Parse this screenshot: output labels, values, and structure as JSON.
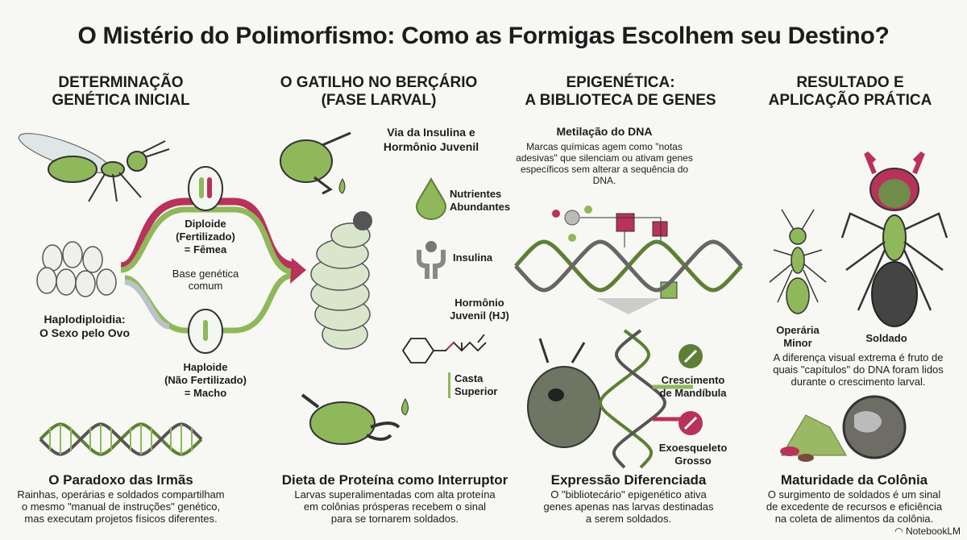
{
  "title": "O Mistério do Polimorfismo: Como as Formigas Escolhem seu Destino?",
  "columns": [
    {
      "heading": "DETERMINAÇÃO\nGENÉTICA INICIAL",
      "labels": {
        "diploid": "Diploide\n(Fertilizado)\n= Fêmea",
        "common": "Base genética\ncomum",
        "haplodiploidy": "Haplodiploidia:\nO Sexo pelo Ovo",
        "haploid": "Haploide\n(Não Fertilizado)\n= Macho"
      },
      "bottom_title": "O Paradoxo das Irmãs",
      "bottom_text": "Rainhas, operárias e soldados compartilham\no mesmo \"manual de instruções\" genético,\nmas executam projetos físicos diferentes."
    },
    {
      "heading": "O GATILHO NO BERÇÁRIO\n(FASE LARVAL)",
      "labels": {
        "pathway": "Via da Insulina e\nHormônio Juvenil",
        "nutrients": "Nutrientes\nAbundantes",
        "insulin": "Insulina",
        "hormone": "Hormônio\nJuvenil (HJ)",
        "caste": "Casta\nSuperior"
      },
      "bottom_title": "Dieta de Proteína como Interruptor",
      "bottom_text": "Larvas superalimentadas com alta proteína\nem colônias prósperas recebem o sinal\npara se tornarem soldados."
    },
    {
      "heading": "EPIGENÉTICA:\nA BIBLIOTECA DE GENES",
      "labels": {
        "methylation_title": "Metilação do DNA",
        "methylation_text": "Marcas químicas agem como \"notas\nadesivas\" que silenciam ou ativam genes\nespecíficos sem alterar a sequência do\nDNA.",
        "mandible": "Crescimento\nde Mandíbula",
        "exoskeleton": "Exoesqueleto\nGrosso"
      },
      "bottom_title": "Expressão Diferenciada",
      "bottom_text": "O \"bibliotecário\" epigenético ativa\ngenes apenas nas larvas destinadas\na serem soldados."
    },
    {
      "heading": "RESULTADO E\nAPLICAÇÃO PRÁTICA",
      "labels": {
        "minor": "Operária\nMinor",
        "soldier": "Soldado",
        "difference": "A diferença visual extrema é fruto de\nquais \"capítulos\" do DNA foram lidos\ndurante o crescimento larval."
      },
      "bottom_title": "Maturidade da Colônia",
      "bottom_text": "O surgimento de soldados é um sinal\nde excedente de recursos e eficiência\nna coleta de alimentos da colônia."
    }
  ],
  "brand": "NotebookLM",
  "colors": {
    "green": "#8fb85a",
    "dark_green": "#5d7f35",
    "red": "#b8325a",
    "grey": "#b9c3c8"
  }
}
